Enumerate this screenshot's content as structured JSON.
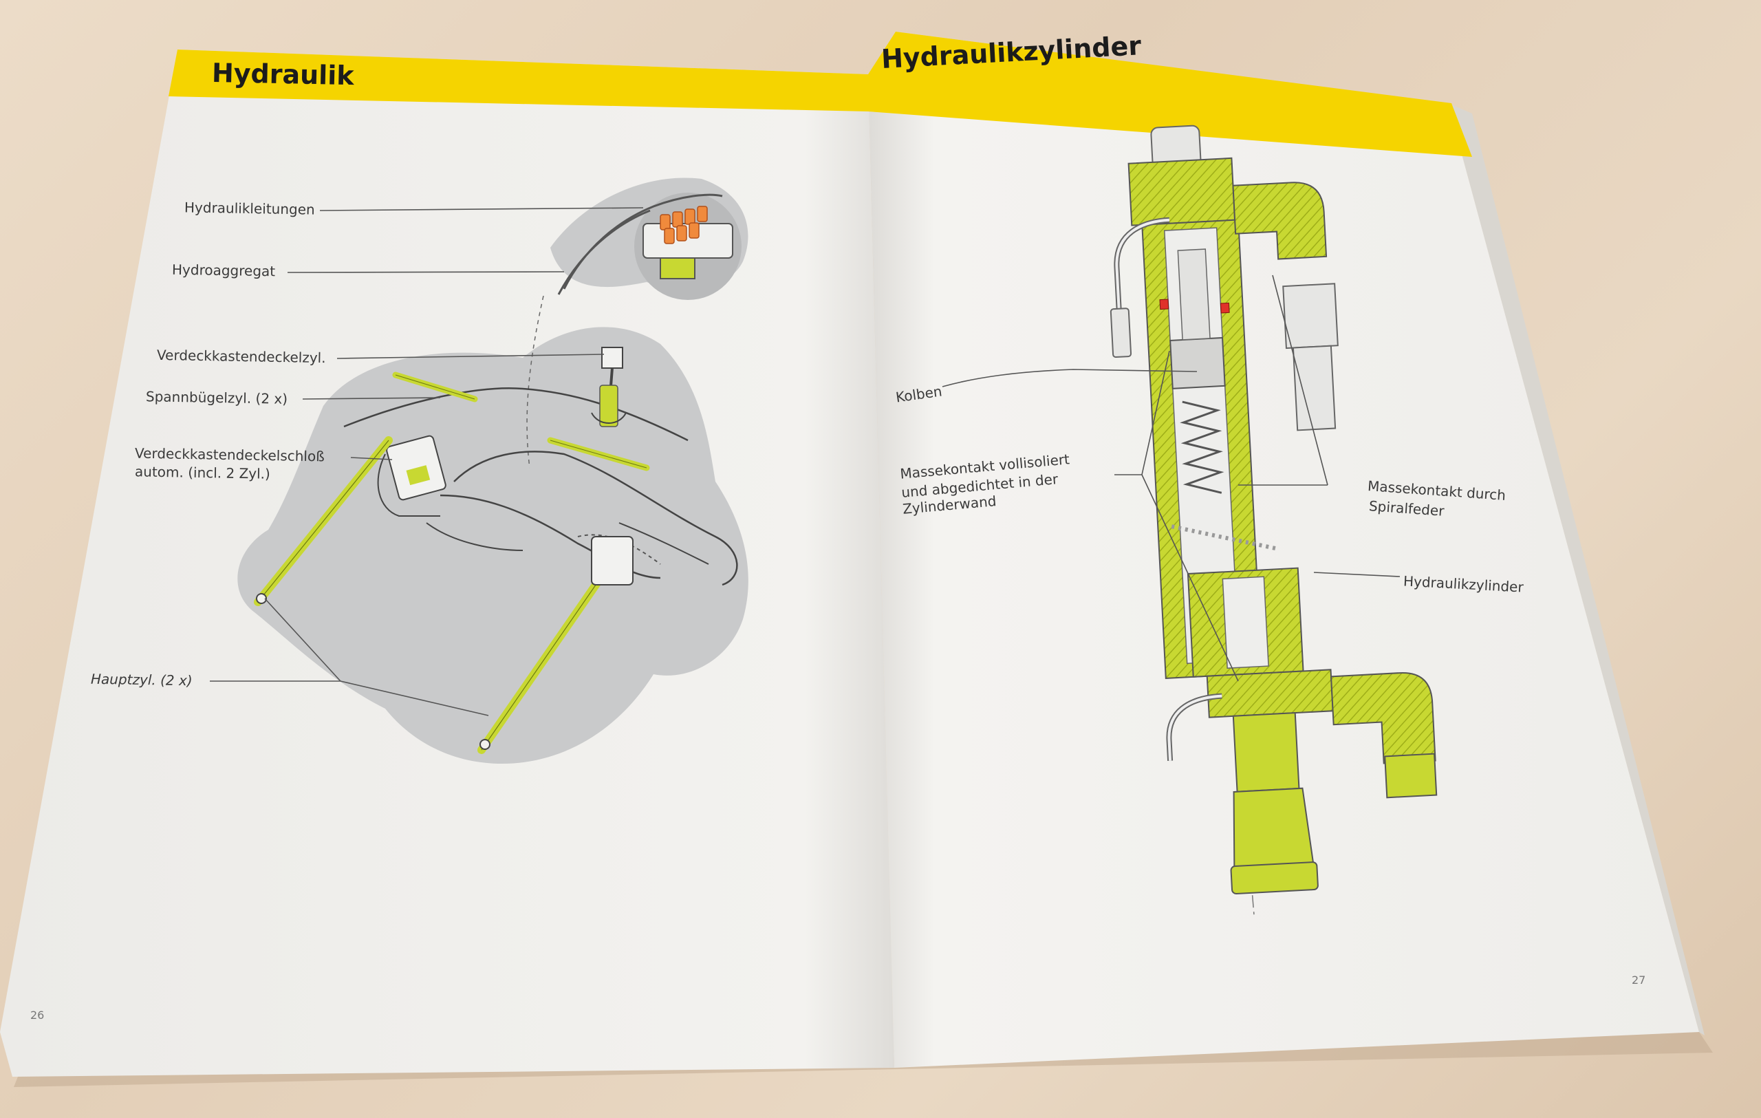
{
  "left_page": {
    "title": "Hydraulik",
    "page_number": "26",
    "labels": {
      "hydraulikleitungen": "Hydraulikleitungen",
      "hydroaggregat": "Hydroaggregat",
      "verdeckkastendeckelzyl": "Verdeckkastendeckelzyl.",
      "spannbuegelzyl": "Spannbügelzyl. (2 x)",
      "schloss_line1": "Verdeckkastendeckelschloß",
      "schloss_line2": "autom. (incl. 2 Zyl.)",
      "hauptzyl": "Hauptzyl. (2 x)"
    }
  },
  "right_page": {
    "title": "Hydraulikzylinder",
    "page_number": "27",
    "labels": {
      "kolben": "Kolben",
      "massekontakt_line1": "Massekontakt vollisoliert",
      "massekontakt_line2": "und abgedichtet in der",
      "massekontakt_line3": "Zylinderwand",
      "spiralfeder_line1": "Massekontakt durch",
      "spiralfeder_line2": "Spiralfeder",
      "hydraulikzylinder": "Hydraulikzylinder"
    }
  },
  "colors": {
    "header_yellow": "#f5d400",
    "part_yellow": "#c8d832",
    "paper": "#f2f1ee",
    "gray_blob": "#c9cacb",
    "seal_red": "#e0322a"
  }
}
